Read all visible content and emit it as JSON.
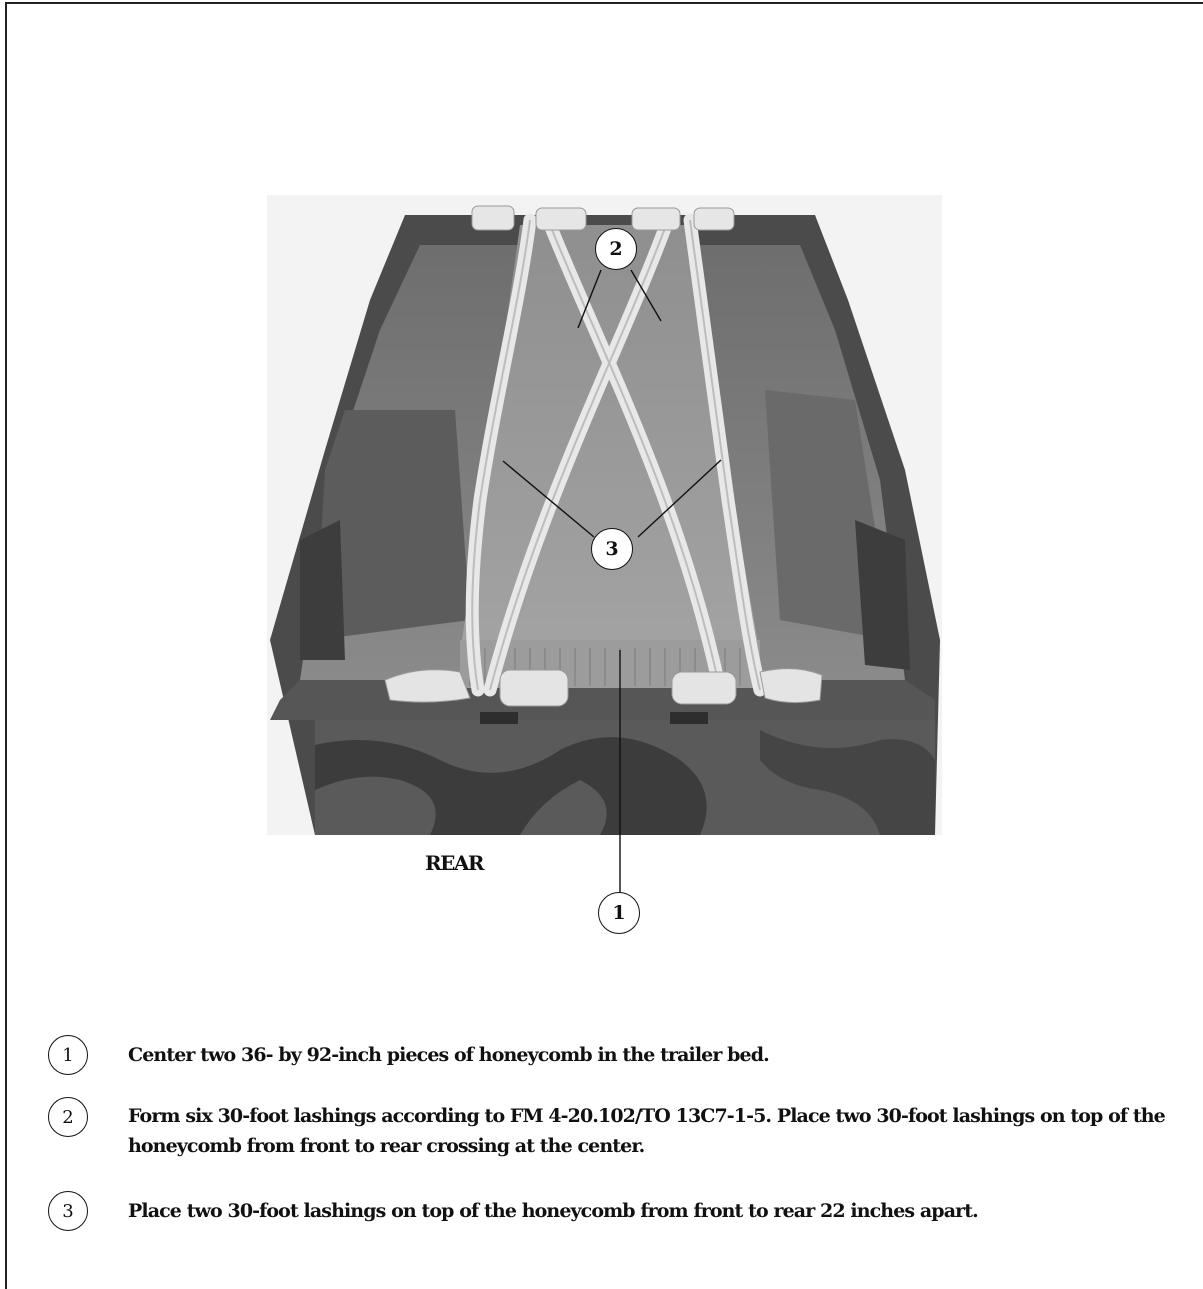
{
  "figure": {
    "rear_label": "REAR",
    "callouts": [
      "1",
      "2",
      "3"
    ]
  },
  "steps": [
    {
      "number": "1",
      "text": "Center two 36- by 92-inch pieces of honeycomb in the trailer bed."
    },
    {
      "number": "2",
      "text": "Form six 30-foot lashings according to FM 4-20.102/TO 13C7-1-5.  Place two 30-foot lashings on top of the honeycomb from front to rear crossing at the center."
    },
    {
      "number": "3",
      "text": "Place two 30-foot lashings on top of the honeycomb from front to rear 22 inches apart."
    }
  ]
}
